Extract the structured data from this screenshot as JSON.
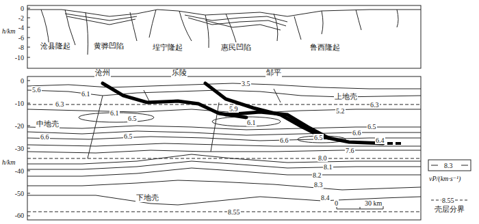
{
  "diagram": {
    "labels": [
      "h/km",
      "0",
      "-2",
      "-4",
      "-6",
      "-8",
      "-10",
      "沧县隆起",
      "黄骅凹陷",
      "埕宁隆起",
      "惠民凹陷",
      "鲁西隆起",
      "沧州",
      "乐陵",
      "邹平",
      "h/km",
      "0",
      "-10",
      "-20",
      "-30",
      "-40",
      "-50",
      "-60",
      "5.6",
      "6.1",
      "6.3",
      "6.1",
      "6.5",
      "中地壳",
      "6.6",
      "6.5",
      "3.5",
      "上地壳",
      "5.9",
      "6.1",
      "6.3",
      "5.2",
      "6.5",
      "6.6",
      "6.6",
      "6.5",
      "6.4",
      "7.6",
      "8.0",
      "8.1",
      "8.2",
      "8.3",
      "8.4",
      "下地壳",
      "8.55",
      "0",
      "30 km",
      "8.3",
      "8.55"
    ],
    "legend": [
      {
        "text": "vP/(km·s⁻¹)"
      },
      {
        "text": "壳层分界"
      }
    ]
  }
}
